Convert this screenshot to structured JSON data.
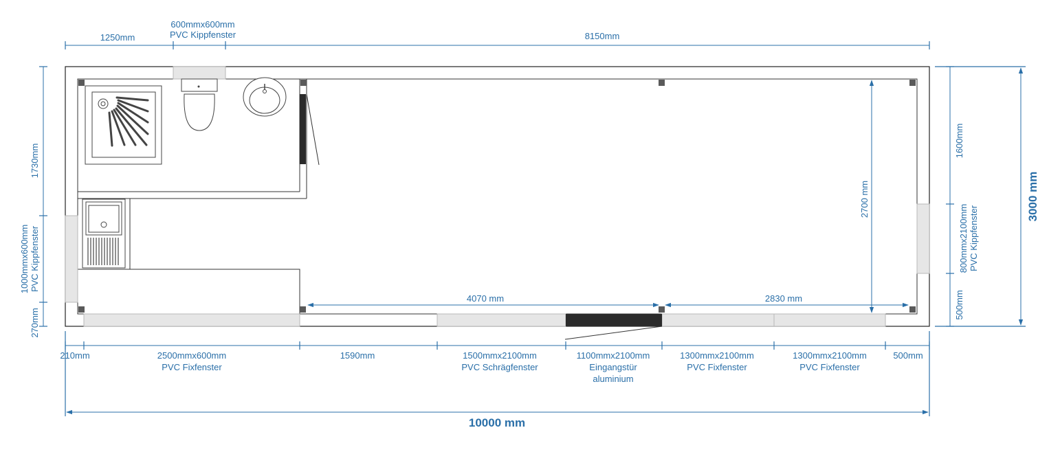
{
  "colors": {
    "dimension": "#2a6fa8",
    "wall": "#222222",
    "window": "#e6e6e6",
    "door": "#2b2b2b",
    "post": "#5a5a5a"
  },
  "top": {
    "dim_1250": "1250mm",
    "window_size": "600mmx600mm",
    "window_type": "PVC Kippfenster",
    "dim_8150": "8150mm"
  },
  "bottom": {
    "dim_210": "210mm",
    "win1_size": "2500mmx600mm",
    "win1_type": "PVC Fixfenster",
    "dim_1590": "1590mm",
    "win2_size": "1500mmx2100mm",
    "win2_type": "PVC Schrägfenster",
    "door_size": "1100mmx2100mm",
    "door_type": "Eingangstür",
    "door_material": "aluminium",
    "win3_size": "1300mmx2100mm",
    "win3_type": "PVC Fixfenster",
    "win4_size": "1300mmx2100mm",
    "win4_type": "PVC Fixfenster",
    "dim_500": "500mm",
    "total_width": "10000 mm"
  },
  "left": {
    "dim_1730": "1730mm",
    "window_size": "1000mmx600mm",
    "window_type": "PVC Kippfenster",
    "dim_270": "270mm"
  },
  "right": {
    "dim_1600": "1600mm",
    "window_size": "800mmx2100mm",
    "window_type": "PVC Kippfenster",
    "dim_500": "500mm",
    "total_height": "3000 mm"
  },
  "interior": {
    "dim_4070": "4070 mm",
    "dim_2830": "2830 mm",
    "dim_2700": "2700 mm"
  }
}
